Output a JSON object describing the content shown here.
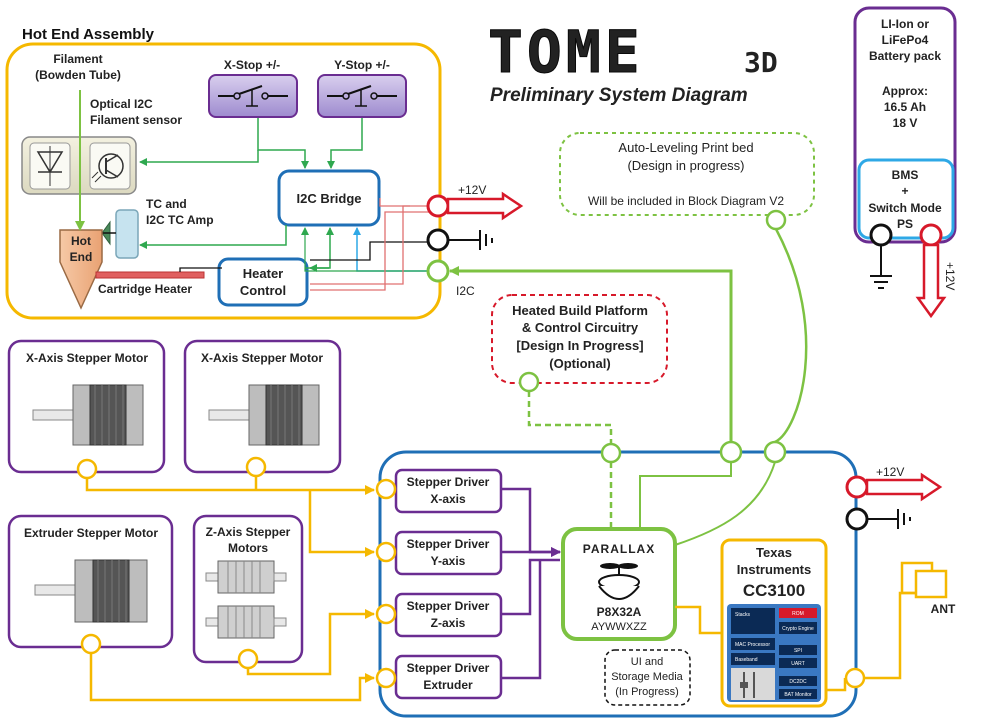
{
  "header": {
    "logo_main": "TOME",
    "logo_suffix": "3D",
    "subtitle": "Preliminary System Diagram"
  },
  "hot_end": {
    "title": "Hot End Assembly",
    "filament_label_1": "Filament",
    "filament_label_2": "(Bowden Tube)",
    "sensor_label_1": "Optical I2C",
    "sensor_label_2": "Filament sensor",
    "xstop_label": "X-Stop +/-",
    "ystop_label": "Y-Stop +/-",
    "tc_label_1": "TC and",
    "tc_label_2": "I2C TC Amp",
    "hotend_label_1": "Hot",
    "hotend_label_2": "End",
    "i2c_bridge_label": "I2C Bridge",
    "heater_label_1": "Heater",
    "heater_label_2": "Control",
    "cartridge_label": "Cartridge Heater"
  },
  "power": {
    "plus12v": "+12V",
    "i2c": "I2C"
  },
  "battery": {
    "line1": "LI-Ion or",
    "line2": "LiFePo4",
    "line3": "Battery pack",
    "approx": "Approx:",
    "capacity": "16.5 Ah",
    "voltage": "18 V",
    "bms_1": "BMS",
    "bms_2": "+",
    "bms_3": "Switch Mode",
    "bms_4": "PS",
    "out_label": "+12V"
  },
  "auto_level": {
    "line1": "Auto-Leveling Print bed",
    "line2": "(Design in progress)",
    "line3": "Will be included in Block Diagram V2"
  },
  "heated_bed": {
    "line1": "Heated Build Platform",
    "line2": "& Control Circuitry",
    "line3": "[Design In Progress]",
    "line4": "(Optional)"
  },
  "motors": {
    "x1": "X-Axis Stepper Motor",
    "x2": "X-Axis Stepper Motor",
    "extruder": "Extruder Stepper Motor",
    "z_1": "Z-Axis Stepper",
    "z_2": "Motors"
  },
  "drivers": [
    {
      "l1": "Stepper Driver",
      "l2": "X-axis"
    },
    {
      "l1": "Stepper Driver",
      "l2": "Y-axis"
    },
    {
      "l1": "Stepper Driver",
      "l2": "Z-axis"
    },
    {
      "l1": "Stepper Driver",
      "l2": "Extruder"
    }
  ],
  "mcu": {
    "brand": "PARALLAX",
    "part": "P8X32A",
    "code": "AYWWXZZ"
  },
  "ui_storage": {
    "l1": "UI and",
    "l2": "Storage Media",
    "l3": "(In Progress)"
  },
  "wifi": {
    "l1": "Texas",
    "l2": "Instruments",
    "l3": "CC3100",
    "chip_labels": [
      "Stacks",
      "ROM",
      "Crypto Engine",
      "MAC Processor",
      "Baseband",
      "SPI",
      "UART",
      "DC2DC",
      "BAT Monitor"
    ]
  },
  "antenna": {
    "label": "ANT"
  },
  "colors": {
    "orange": "#f5b800",
    "purple": "#6a2d91",
    "blue": "#1f6fb6",
    "green": "#7dc242",
    "red": "#d7192a",
    "sky": "#2ea8e6",
    "olive": "#6b8d23"
  }
}
